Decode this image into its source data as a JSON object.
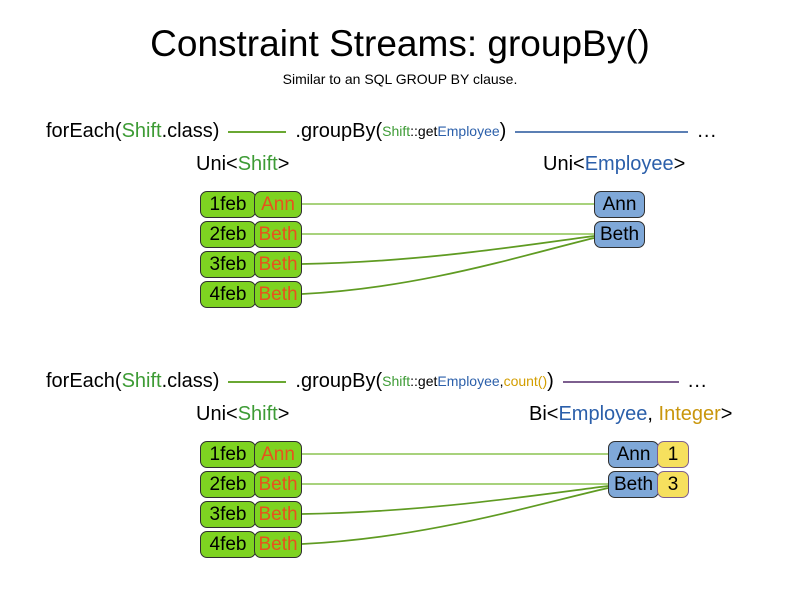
{
  "slide": {
    "title": "Constraint Streams: groupBy()",
    "subtitle": "Similar to an SQL GROUP BY clause."
  },
  "colors": {
    "shift_green": "#3d9b35",
    "employee_blue": "#2b5faa",
    "count_gold": "#d39e00",
    "integer_gold": "#c9960c",
    "box_green": "#7ed321",
    "box_blue": "#7fa8d8",
    "box_yellow": "#f6e05e",
    "name_orange": "#e8521d",
    "wire_green": "#6aa832",
    "wire_blue": "#5b7fb4",
    "wire_purple": "#7d5f8f"
  },
  "examples": [
    {
      "code": {
        "for_each_prefix": "forEach(",
        "for_each_type": "Shift",
        "for_each_suffix": ".class)",
        "group_by_prefix": ".groupBy(",
        "arg_class": "Shift",
        "arg_sep": "::get",
        "arg_prop": "Employee",
        "group_by_suffix": ")",
        "trailing": "..."
      },
      "left_label": {
        "outer": "Uni<",
        "type": "Shift",
        "close": ">"
      },
      "right_label": {
        "outer": "Uni<",
        "type": "Employee",
        "close": ">"
      },
      "shifts": [
        {
          "date": "1feb",
          "name": "Ann"
        },
        {
          "date": "2feb",
          "name": "Beth"
        },
        {
          "date": "3feb",
          "name": "Beth"
        },
        {
          "date": "4feb",
          "name": "Beth"
        }
      ],
      "groups": [
        {
          "name": "Ann",
          "count": null
        },
        {
          "name": "Beth",
          "count": null
        }
      ]
    },
    {
      "code": {
        "for_each_prefix": "forEach(",
        "for_each_type": "Shift",
        "for_each_suffix": ".class)",
        "group_by_prefix": ".groupBy(",
        "arg_class": "Shift",
        "arg_sep": "::get",
        "arg_prop": "Employee",
        "arg_comma": ", ",
        "arg_collector": "count()",
        "group_by_suffix": ")",
        "trailing": "..."
      },
      "left_label": {
        "outer": "Uni<",
        "type": "Shift",
        "close": ">"
      },
      "right_label": {
        "outer": "Bi<",
        "type": "Employee",
        "comma": ", ",
        "type2": "Integer",
        "close": ">"
      },
      "shifts": [
        {
          "date": "1feb",
          "name": "Ann"
        },
        {
          "date": "2feb",
          "name": "Beth"
        },
        {
          "date": "3feb",
          "name": "Beth"
        },
        {
          "date": "4feb",
          "name": "Beth"
        }
      ],
      "groups": [
        {
          "name": "Ann",
          "count": "1"
        },
        {
          "name": "Beth",
          "count": "3"
        }
      ]
    }
  ]
}
